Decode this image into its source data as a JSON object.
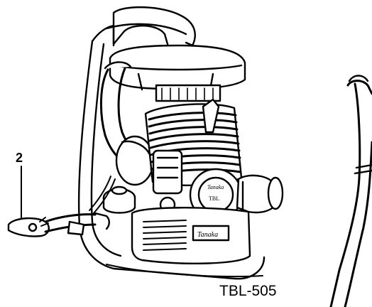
{
  "callout": {
    "number": "2"
  },
  "figure": {
    "id": "TBL-505"
  },
  "brand": {
    "tank_logo": "Tanaka",
    "nameplate": "Tanaka",
    "cap_text": "TBL"
  },
  "colors": {
    "ink": "#000000",
    "paper": "#ffffff"
  }
}
